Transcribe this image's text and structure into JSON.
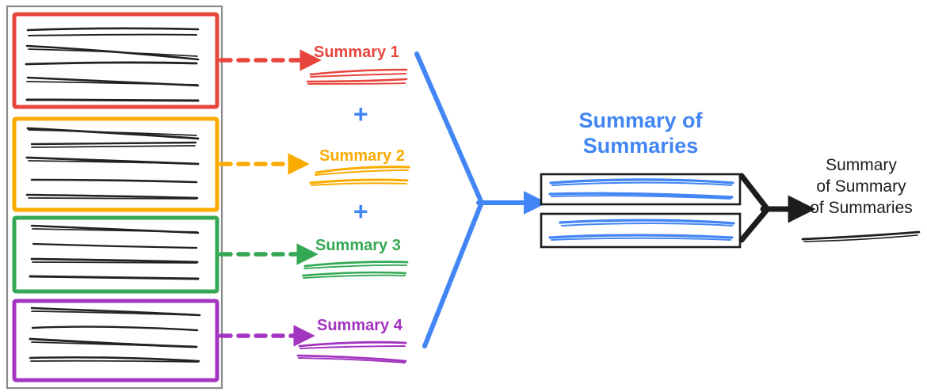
{
  "diagram": {
    "title_semantic": "hierarchical-summarization-pipeline",
    "colors": {
      "red": "#E8453C",
      "orange": "#F9AB00",
      "green": "#34A853",
      "purple": "#A334C0",
      "blue": "#4285F4",
      "black": "#1d1d1d",
      "gray_container": "#8a8a8a"
    }
  },
  "source_panel": {
    "name": "source-documents-container",
    "documents": [
      {
        "id": "doc-1",
        "color_key": "red",
        "line_count": 5
      },
      {
        "id": "doc-2",
        "color_key": "orange",
        "line_count": 5
      },
      {
        "id": "doc-3",
        "color_key": "green",
        "line_count": 4
      },
      {
        "id": "doc-4",
        "color_key": "purple",
        "line_count": 4
      }
    ]
  },
  "summaries": [
    {
      "label": "Summary 1",
      "color_key": "red",
      "line_count": 2
    },
    {
      "label": "Summary 2",
      "color_key": "orange",
      "line_count": 2
    },
    {
      "label": "Summary 3",
      "color_key": "green",
      "line_count": 2
    },
    {
      "label": "Summary 4",
      "color_key": "purple",
      "line_count": 2
    }
  ],
  "operators": [
    {
      "symbol": "+",
      "color_key": "blue",
      "between": "Summary 1 and Summary 2"
    },
    {
      "symbol": "+",
      "color_key": "blue",
      "between": "Summary 2 and Summary 3"
    },
    {
      "symbol": "+",
      "color_key": "blue",
      "between": "Summary 3 and Summary 4"
    }
  ],
  "summary_of_summaries": {
    "title": "Summary of\nSummaries",
    "color_key": "blue",
    "boxes": [
      {
        "id": "sos-box-1",
        "line_count": 2
      },
      {
        "id": "sos-box-2",
        "line_count": 2
      }
    ]
  },
  "final_output": {
    "title": "Summary\nof Summary\nof Summaries",
    "color_key": "black",
    "line_count": 1
  },
  "connectors": {
    "dashed_arrows": [
      {
        "from": "doc-1",
        "to": "Summary 1",
        "color_key": "red",
        "style": "dashed"
      },
      {
        "from": "doc-2",
        "to": "Summary 2",
        "color_key": "orange",
        "style": "dashed"
      },
      {
        "from": "doc-3",
        "to": "Summary 3",
        "color_key": "green",
        "style": "dashed"
      },
      {
        "from": "doc-4",
        "to": "Summary 4",
        "color_key": "purple",
        "style": "dashed"
      }
    ],
    "merge_arrow_summaries": {
      "color_key": "blue",
      "style": "solid",
      "shape": "converging-fork"
    },
    "merge_arrow_final": {
      "color_key": "black",
      "style": "solid",
      "shape": "converging-fork"
    }
  }
}
